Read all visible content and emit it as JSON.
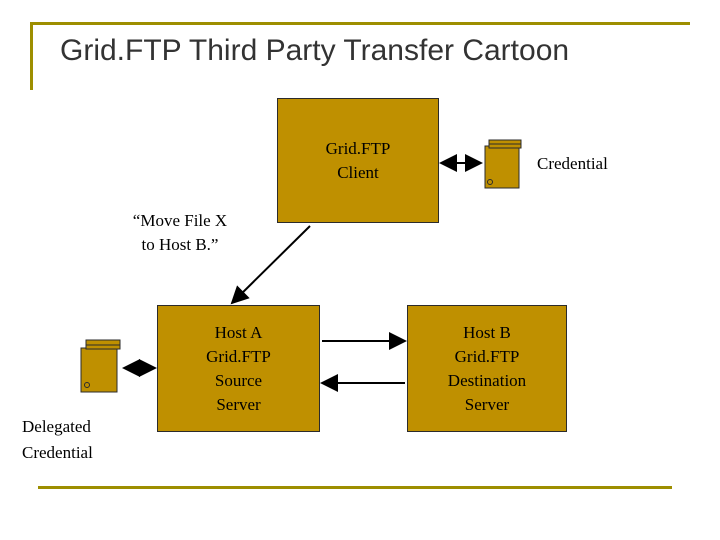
{
  "slide": {
    "title": "Grid.FTP Third Party Transfer Cartoon",
    "accent_color": "#9d8e00",
    "box_fill": "#bf9000",
    "box_border": "#2b2b2b",
    "title_color": "#333333"
  },
  "boxes": {
    "client": "Grid.FTP\nClient",
    "host_a": "Host A\nGrid.FTP\nSource\nServer",
    "host_b": "Host B\nGrid.FTP\nDestination\nServer"
  },
  "labels": {
    "credential": "Credential",
    "delegated_credential": "Delegated\nCredential",
    "move_file": "“Move File X\nto Host B.”"
  },
  "icons": {
    "credential_top": "credential-cylinder-icon",
    "credential_left": "credential-cylinder-icon"
  },
  "connectors": [
    {
      "name": "client-to-credential",
      "kind": "double-arrow"
    },
    {
      "name": "client-to-host-a",
      "kind": "single-arrow"
    },
    {
      "name": "delegated-credential-to-host-a",
      "kind": "double-arrow"
    },
    {
      "name": "host-a-to-host-b",
      "kind": "single-arrow-right"
    },
    {
      "name": "host-b-to-host-a",
      "kind": "single-arrow-left"
    }
  ]
}
